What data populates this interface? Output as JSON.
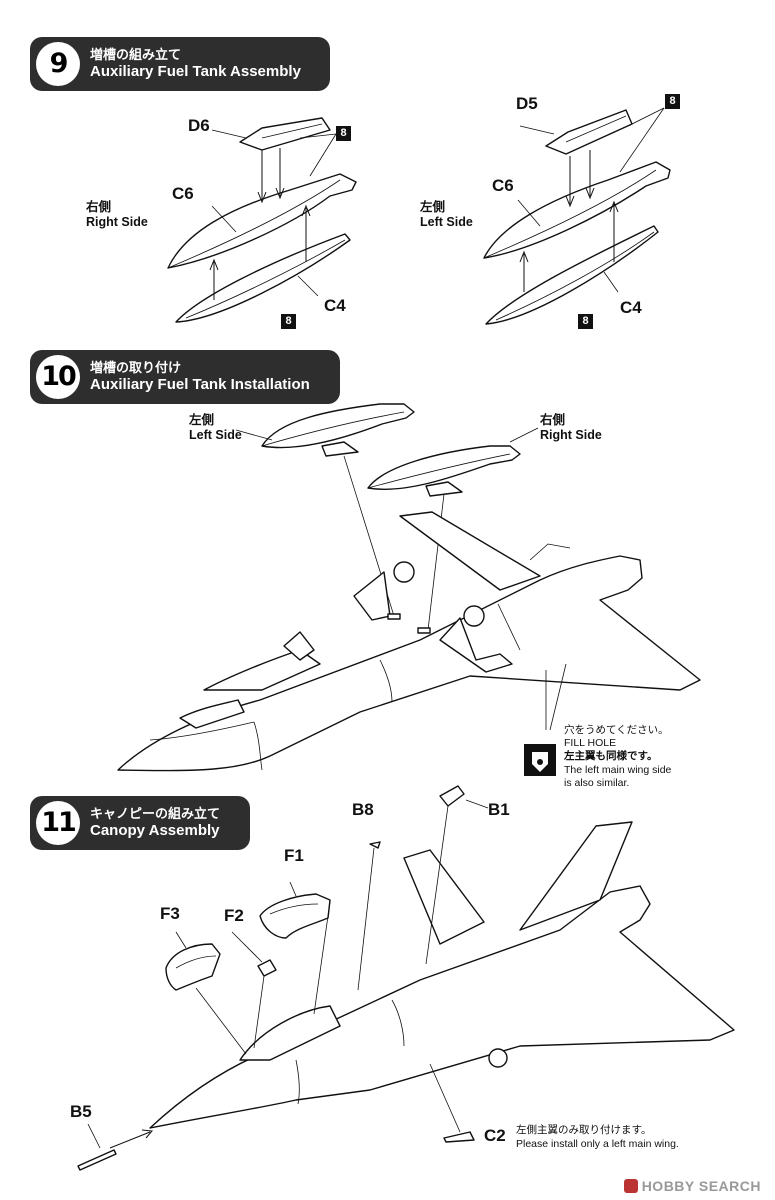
{
  "steps": [
    {
      "number": "9",
      "title_jp": "増槽の組み立て",
      "title_en": "Auxiliary Fuel Tank Assembly"
    },
    {
      "number": "10",
      "title_jp": "増槽の取り付け",
      "title_en": "Auxiliary Fuel Tank Installation"
    },
    {
      "number": "11",
      "title_jp": "キャノピーの組み立て",
      "title_en": "Canopy Assembly"
    }
  ],
  "step9": {
    "right": {
      "side_jp": "右側",
      "side_en": "Right Side",
      "parts": [
        "D6",
        "C6",
        "C4"
      ],
      "paint": "8"
    },
    "left": {
      "side_jp": "左側",
      "side_en": "Left Side",
      "parts": [
        "D5",
        "C6",
        "C4"
      ],
      "paint": "8"
    }
  },
  "step10": {
    "left_tank": {
      "jp": "左側",
      "en": "Left Side"
    },
    "right_tank": {
      "jp": "右側",
      "en": "Right Side"
    },
    "note": {
      "jp1": "穴をうめてください。",
      "en1": "FILL HOLE",
      "jp2": "左主翼も同様です。",
      "en2": "The left main wing side is also similar."
    }
  },
  "step11": {
    "parts": {
      "B1": "B1",
      "B8": "B8",
      "F1": "F1",
      "F2": "F2",
      "F3": "F3",
      "B5": "B5",
      "C2": "C2"
    },
    "note_jp": "左側主翼のみ取り付けます。",
    "note_en": "Please install only a left main wing."
  },
  "watermark": "HOBBY SEARCH"
}
